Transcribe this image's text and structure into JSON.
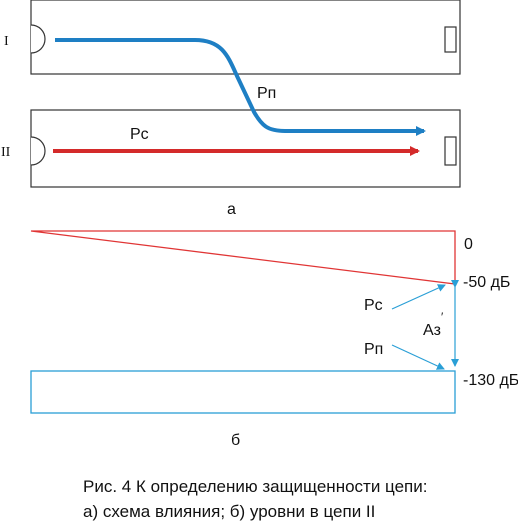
{
  "scheme": {
    "circuit_1_label": "I",
    "circuit_2_label": "II",
    "pn_label": "Рп",
    "pc_label": "Рс",
    "part_label": "а",
    "colors": {
      "interference": "#1e7fc4",
      "signal": "#d42a2a",
      "frame": "#333333"
    }
  },
  "levels": {
    "level_0": "0",
    "level_signal": "-50 дБ",
    "level_interference": "-130 дБ",
    "pc_label": "Рс",
    "pn_label": "Рп",
    "az_label": "Аз",
    "part_label": "б",
    "colors": {
      "signal": "#e03535",
      "interference": "#2a9fd6"
    }
  },
  "caption": {
    "line1": "Рис. 4 К определению защищенности цепи:",
    "line2": "а) схема влияния; б) уровни в цепи II"
  }
}
